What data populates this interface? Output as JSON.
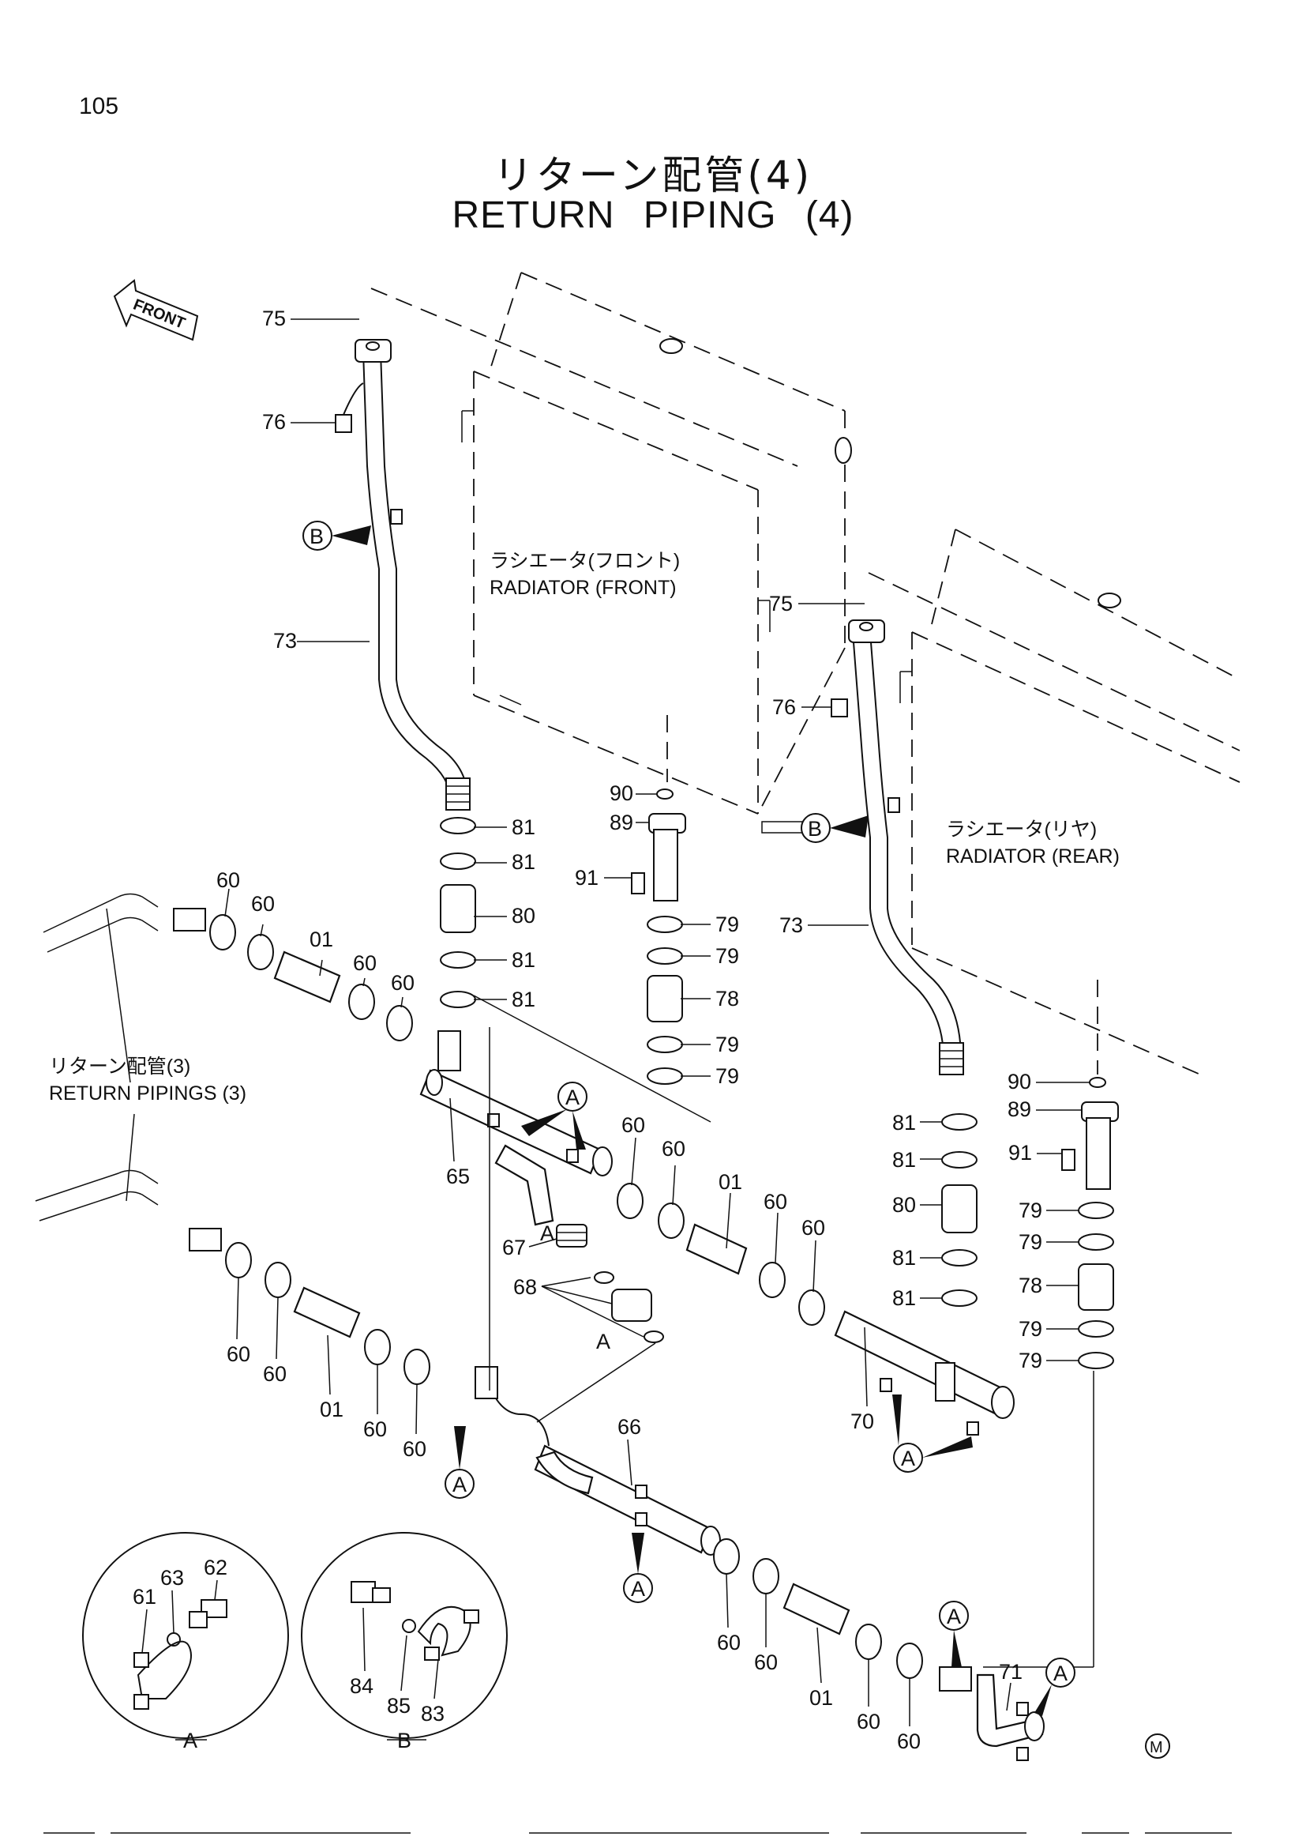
{
  "page_number": "105",
  "title": {
    "japanese": "リターン配管(4)",
    "english": "RETURN PIPING (4)"
  },
  "front_indicator": "FRONT",
  "labels": {
    "radiator_front_jp": "ラシエータ(フロント)",
    "radiator_front_en": "RADIATOR (FRONT)",
    "radiator_rear_jp": "ラシエータ(リヤ)",
    "radiator_rear_en": "RADIATOR (REAR)",
    "return_pipings_jp": "リターン配管(3)",
    "return_pipings_en": "RETURN PIPINGS (3)"
  },
  "callouts": {
    "A": "A",
    "B": "B"
  },
  "detail_captions": {
    "A": "A",
    "B": "B"
  },
  "footer_mark": "M",
  "part_numbers": {
    "p75a": "75",
    "p76a": "76",
    "p73a": "73",
    "p81a": "81",
    "p81b": "81",
    "p80a": "80",
    "p81c": "81",
    "p81d": "81",
    "p90a": "90",
    "p89a": "89",
    "p91a": "91",
    "p79a": "79",
    "p79b": "79",
    "p78a": "78",
    "p79c": "79",
    "p79d": "79",
    "p75b": "75",
    "p76b": "76",
    "p73b": "73",
    "p60a": "60",
    "p60b": "60",
    "p01a": "01",
    "p60c": "60",
    "p60d": "60",
    "p65": "65",
    "p60e": "60",
    "p60f": "60",
    "p01b": "01",
    "p60g": "60",
    "p60h": "60",
    "p67": "67",
    "p68": "68",
    "p68A1": "A",
    "p68A2": "A",
    "p60i": "60",
    "p60j": "60",
    "p01c": "01",
    "p60k": "60",
    "p60l": "60",
    "p66": "66",
    "p70": "70",
    "p60m": "60",
    "p60n": "60",
    "p01d": "01",
    "p60o": "60",
    "p60p": "60",
    "p71": "71",
    "p81e": "81",
    "p81f": "81",
    "p80b": "80",
    "p81g": "81",
    "p81h": "81",
    "p90b": "90",
    "p89b": "89",
    "p91b": "91",
    "p79e": "79",
    "p79f": "79",
    "p78b": "78",
    "p79g": "79",
    "p79h": "79",
    "p61": "61",
    "p62": "62",
    "p63": "63",
    "p83": "83",
    "p84": "84",
    "p85": "85"
  }
}
